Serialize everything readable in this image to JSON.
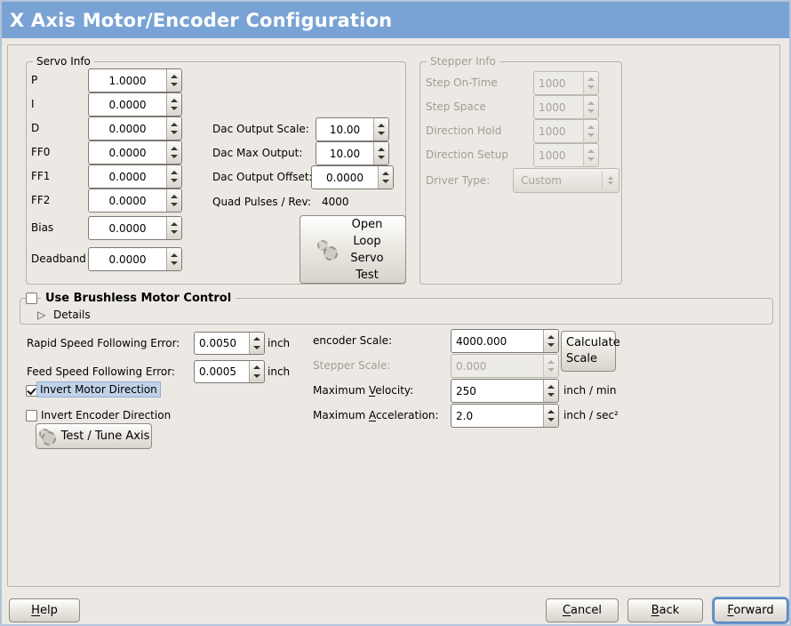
{
  "window": {
    "title": "X Axis Motor/Encoder Configuration"
  },
  "servo_info": {
    "legend": "Servo Info",
    "pid_fields": [
      {
        "label": "P",
        "value": "1.0000"
      },
      {
        "label": "I",
        "value": "0.0000"
      },
      {
        "label": "D",
        "value": "0.0000"
      },
      {
        "label": "FF0",
        "value": "0.0000"
      },
      {
        "label": "FF1",
        "value": "0.0000"
      },
      {
        "label": "FF2",
        "value": "0.0000"
      },
      {
        "label": "Bias",
        "value": "0.0000"
      },
      {
        "label": "Deadband",
        "value": "0.0000"
      }
    ],
    "dac_fields": [
      {
        "label": "Dac Output Scale:",
        "value": "10.00"
      },
      {
        "label": "Dac Max Output:",
        "value": "10.00"
      },
      {
        "label": "Dac Output Offset:",
        "value": "0.0000"
      }
    ],
    "quad_pulses": {
      "label": "Quad Pulses / Rev:",
      "value": "4000"
    },
    "open_loop_button_label": "Open Loop Servo Test"
  },
  "stepper_info": {
    "legend": "Stepper Info",
    "enabled": false,
    "fields": [
      {
        "label": "Step On-Time",
        "value": "1000"
      },
      {
        "label": "Step Space",
        "value": "1000"
      },
      {
        "label": "Direction Hold",
        "value": "1000"
      },
      {
        "label": "Direction Setup",
        "value": "1000"
      }
    ],
    "driver_type": {
      "label": "Driver Type:",
      "value": "Custom"
    }
  },
  "brushless": {
    "checkbox_label": "Use Brushless Motor Control",
    "checked": false,
    "details_label": "Details",
    "expanded": false
  },
  "following_error": {
    "rapid": {
      "label": "Rapid Speed Following Error:",
      "value": "0.0050",
      "unit": "inch"
    },
    "feed": {
      "label": "Feed Speed Following Error:",
      "value": "0.0005",
      "unit": "inch"
    }
  },
  "scale": {
    "encoder": {
      "label": "encoder Scale:",
      "value": "4000.000"
    },
    "stepper": {
      "label": "Stepper Scale:",
      "value": "0.000",
      "enabled": false
    },
    "calculate_button_label": "Calculate Scale",
    "max_velocity": {
      "pre": "Maximum ",
      "key": "V",
      "post": "elocity:",
      "value": "250",
      "unit": "inch / min"
    },
    "max_acceleration": {
      "pre": "Maximum ",
      "key": "A",
      "post": "cceleration:",
      "value": "2.0",
      "unit": "inch / sec²"
    }
  },
  "direction": {
    "invert_motor": {
      "label": "Invert Motor Direction",
      "checked": true,
      "focused": true
    },
    "invert_encoder": {
      "label": "Invert Encoder Direction",
      "checked": false
    },
    "test_tune_button_label": "Test / Tune Axis"
  },
  "footer_buttons": {
    "help": {
      "key": "H",
      "post": "elp"
    },
    "cancel": {
      "key": "C",
      "post": "ancel"
    },
    "back": {
      "key": "B",
      "post": "ack"
    },
    "forward": {
      "key": "F",
      "post": "orward",
      "focused": true
    }
  },
  "colors": {
    "titlebar": "#79a3d5",
    "background": "#ece9e4",
    "focus_highlight": "#c1d2e8",
    "focus_ring": "#6d97cc",
    "disabled_text": "#a19d95"
  }
}
